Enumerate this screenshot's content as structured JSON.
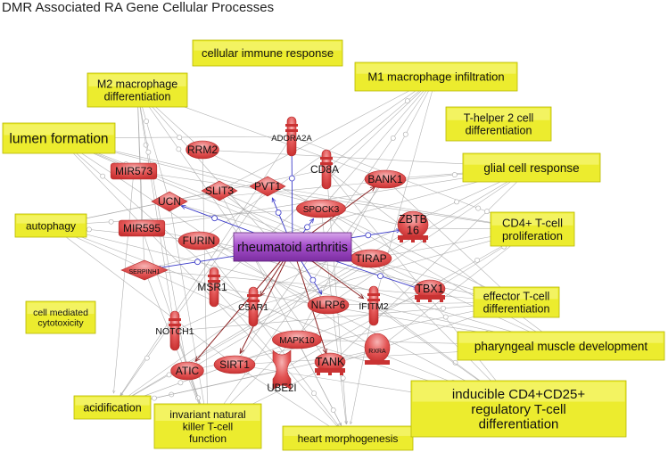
{
  "title": "DMR Associated RA Gene Cellular Processes",
  "center": {
    "label": "rheumatoid arthritis"
  },
  "colors": {
    "process_fill": "#ecec2e",
    "process_stroke": "#b8b800",
    "gene_fill": "#e14848",
    "gene_highlight": "#f7b4b4",
    "center_fill": "#8e3bb0",
    "center_highlight": "#d7a6ea",
    "edge_gray": "#a9a9a9",
    "edge_blue": "#3b3bc9",
    "edge_red": "#8b2323"
  },
  "processes": [
    {
      "id": "cellular-immune-response",
      "lines": [
        "cellular immune response"
      ]
    },
    {
      "id": "m2-macrophage-differentiation",
      "lines": [
        "M2 macrophage",
        "differentiation"
      ]
    },
    {
      "id": "m1-macrophage-infiltration",
      "lines": [
        "M1 macrophage infiltration"
      ]
    },
    {
      "id": "lumen-formation",
      "lines": [
        "lumen formation"
      ]
    },
    {
      "id": "t-helper-2-cell-differentiation",
      "lines": [
        "T-helper 2 cell",
        "differentiation"
      ]
    },
    {
      "id": "glial-cell-response",
      "lines": [
        "glial cell response"
      ]
    },
    {
      "id": "autophagy",
      "lines": [
        "autophagy"
      ]
    },
    {
      "id": "cd4-t-cell-proliferation",
      "lines": [
        "CD4+ T-cell",
        "proliferation"
      ]
    },
    {
      "id": "effector-t-cell-differentiation",
      "lines": [
        "effector T-cell",
        "differentiation"
      ]
    },
    {
      "id": "cell-mediated-cytotoxicity",
      "lines": [
        "cell mediated",
        "cytotoxicity"
      ]
    },
    {
      "id": "pharyngeal-muscle-development",
      "lines": [
        "pharyngeal muscle development"
      ]
    },
    {
      "id": "acidification",
      "lines": [
        "acidification"
      ]
    },
    {
      "id": "invariant-natural-killer-t-cell-function",
      "lines": [
        "invariant natural",
        "killer T-cell",
        "function"
      ]
    },
    {
      "id": "heart-morphogenesis",
      "lines": [
        "heart morphogenesis"
      ]
    },
    {
      "id": "inducible-cd4-cd25-regulatory-t-cell-differentiation",
      "lines": [
        "inducible CD4+CD25+",
        "regulatory T-cell",
        "differentiation"
      ]
    }
  ],
  "genes": [
    {
      "id": "ADORA2A",
      "label": "ADORA2A",
      "shape": "receptor"
    },
    {
      "id": "RRM2",
      "label": "RRM2",
      "shape": "ellipse"
    },
    {
      "id": "CD8A",
      "label": "CD8A",
      "shape": "receptor"
    },
    {
      "id": "MIR573",
      "label": "MIR573",
      "shape": "rect"
    },
    {
      "id": "BANK1",
      "label": "BANK1",
      "shape": "ellipse"
    },
    {
      "id": "SLIT3",
      "label": "SLIT3",
      "shape": "diamond"
    },
    {
      "id": "PVT1",
      "label": "PVT1",
      "shape": "diamond"
    },
    {
      "id": "UCN",
      "label": "UCN",
      "shape": "diamond"
    },
    {
      "id": "SPOCK3",
      "label": "SPOCK3",
      "shape": "ellipse"
    },
    {
      "id": "ZBTB16",
      "label": "ZBTB\n16",
      "shape": "tf"
    },
    {
      "id": "MIR595",
      "label": "MIR595",
      "shape": "rect"
    },
    {
      "id": "FURIN",
      "label": "FURIN",
      "shape": "ellipse"
    },
    {
      "id": "TIRAP",
      "label": "TIRAP",
      "shape": "ellipse"
    },
    {
      "id": "SERPINH1",
      "label": "SERPINH1",
      "shape": "diamond"
    },
    {
      "id": "MSR1",
      "label": "MSR1",
      "shape": "receptor"
    },
    {
      "id": "C5AR1",
      "label": "C5AR1",
      "shape": "receptor"
    },
    {
      "id": "NLRP6",
      "label": "NLRP6",
      "shape": "ellipse"
    },
    {
      "id": "IFITM2",
      "label": "IFITM2",
      "shape": "receptor"
    },
    {
      "id": "TBX1",
      "label": "TBX1",
      "shape": "tf"
    },
    {
      "id": "NOTCH1",
      "label": "NOTCH1",
      "shape": "receptor"
    },
    {
      "id": "MAPK10",
      "label": "MAPK10",
      "shape": "ellipse"
    },
    {
      "id": "RXRA",
      "label": "RXRA",
      "shape": "nuclear"
    },
    {
      "id": "ATIC",
      "label": "ATIC",
      "shape": "ellipse"
    },
    {
      "id": "SIRT1",
      "label": "SIRT1",
      "shape": "ellipse"
    },
    {
      "id": "UBE2I",
      "label": "UBE2I",
      "shape": "enzyme"
    },
    {
      "id": "TANK",
      "label": "TANK",
      "shape": "tf"
    }
  ]
}
